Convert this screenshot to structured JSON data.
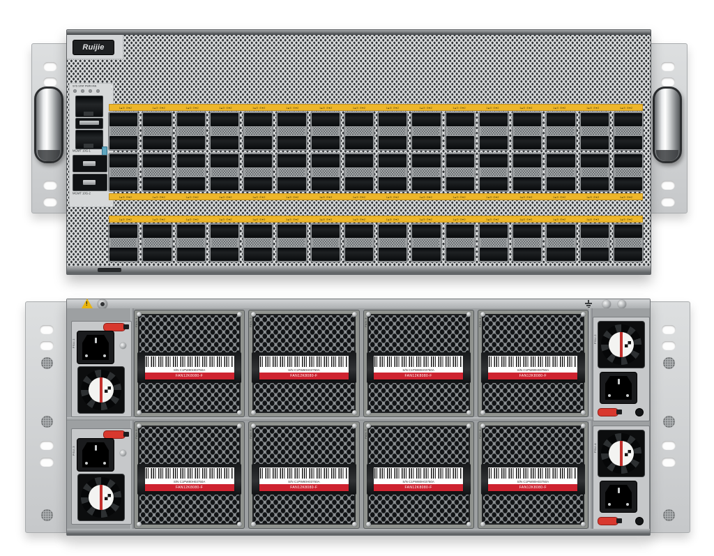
{
  "front": {
    "brand": "Ruijie",
    "led_caption": "SYS STAT PWR FAN",
    "led_count": 4,
    "labels": {
      "mgmt1": "MGMT 10G-1",
      "mgmt2": "MGMT 10G-2"
    },
    "ports": {
      "columns": 16,
      "cell_rows": 3,
      "ports_per_cell": 2,
      "strip_count": 3,
      "strip_glyph": "1▴⊙ ⊙▾2"
    }
  },
  "rear": {
    "fans": {
      "rows": 2,
      "cols": 4,
      "side_labels": [
        "FAN-1",
        "FAN-2",
        "FAN-3",
        "FAN-4",
        "FAN-5",
        "FAN-6",
        "FAN-7",
        "FAN-8"
      ],
      "label": {
        "sn": "S/N   C1PW80H03750A",
        "model": "FAN12K8080-F"
      }
    },
    "psus": {
      "left_labels": [
        "PSU-1",
        "PSU-3"
      ],
      "right_labels": [
        "PSU-2",
        "PSU-4"
      ]
    },
    "warning_glyph": "!"
  },
  "colors": {
    "strip_yellow": "#edb62a",
    "label_red": "#ce2330",
    "latch_red": "#d8382e",
    "chassis_gray": "#d9dbdc",
    "rear_gray": "#a7aaac"
  }
}
